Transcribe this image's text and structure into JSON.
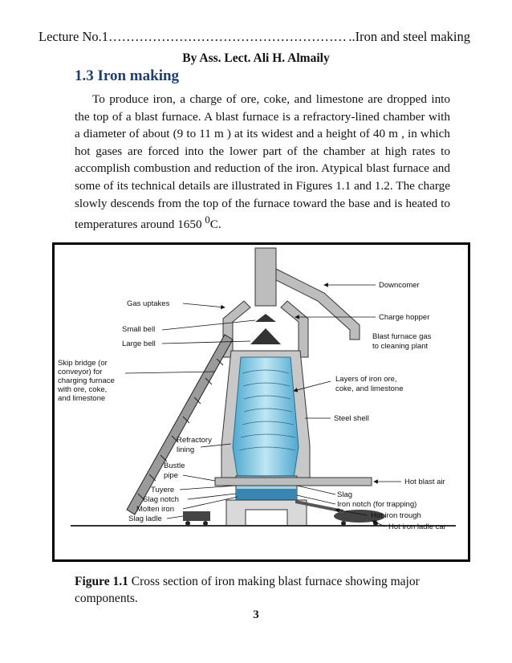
{
  "header": {
    "left": "Lecture No.1",
    "dots": "…………………………………………………………………",
    "right": "..Iron and steel making"
  },
  "byline": "By Ass. Lect. Ali H. Almaily",
  "section_title": "1.3 Iron making",
  "paragraph": "To produce iron, a charge of ore, coke, and limestone are dropped into the top of a blast furnace. A blast furnace is a refractory-lined chamber with a diameter of about (9 to 11 m ) at its widest and a height of 40 m , in which hot gases are forced into the lower part of the chamber at high rates to accomplish combustion and reduction of the iron. Atypical blast furnace and some of its technical details are illustrated in Figures 1.1 and 1.2. The charge slowly descends from the top of the furnace toward the base and is heated to temperatures around 1650",
  "temp_sup": "0",
  "temp_unit": "C.",
  "figure": {
    "labels": {
      "downcomer": "Downcomer",
      "gas_uptakes": "Gas uptakes",
      "charge_hopper": "Charge hopper",
      "small_bell": "Small bell",
      "large_bell": "Large bell",
      "bf_gas_1": "Blast furnace gas",
      "bf_gas_2": "to cleaning plant",
      "skip_1": "Skip bridge (or",
      "skip_2": "conveyor) for",
      "skip_3": "charging furnace",
      "skip_4": "with ore, coke,",
      "skip_5": "and limestone",
      "layers_1": "Layers of iron ore,",
      "layers_2": "coke, and limestone",
      "steel_shell": "Steel shell",
      "refractory_1": "Refractory",
      "refractory_2": "lining",
      "bustle_1": "Bustle",
      "bustle_2": "pipe",
      "hot_blast_air": "Hot blast air",
      "tuyere": "Tuyere",
      "slag_notch": "Slag notch",
      "molten_iron": "Molten iron",
      "slag_ladle": "Slag ladle",
      "slag": "Slag",
      "iron_notch": "Iron notch (for trapping)",
      "hot_iron_trough": "Hot iron trough",
      "hot_iron_ladle_car": "Hot iron ladle car"
    }
  },
  "caption": {
    "label": "Figure 1.1",
    "text": " Cross section of iron making blast furnace showing major components."
  },
  "page_number": "3",
  "colors": {
    "title_blue": "#1f3e6e",
    "furnace_fill": "#7fc7e0",
    "pipe_gray": "#b4b4b4"
  }
}
